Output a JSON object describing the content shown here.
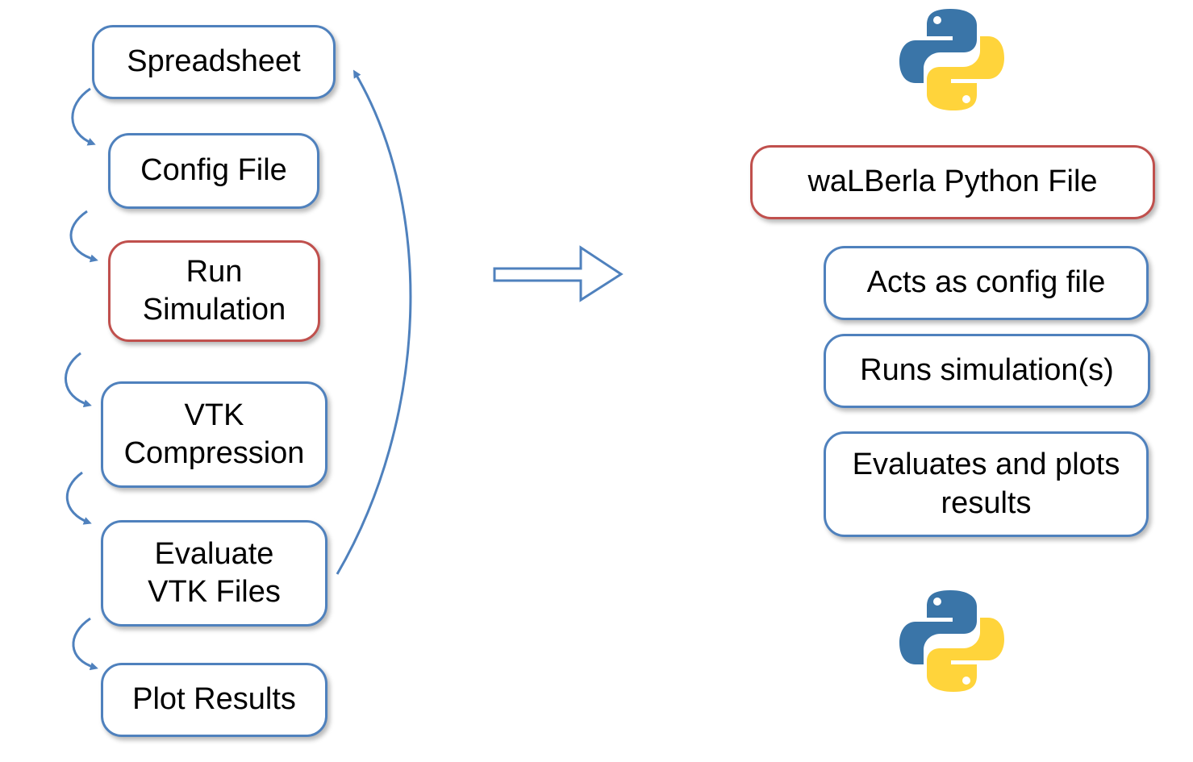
{
  "left_flow": {
    "spreadsheet": "Spreadsheet",
    "config_file": "Config File",
    "run_simulation": [
      "Run",
      "Simulation"
    ],
    "vtk_compression": [
      "VTK",
      "Compression"
    ],
    "evaluate_vtk": [
      "Evaluate",
      "VTK Files"
    ],
    "plot_results": "Plot Results"
  },
  "right_panel": {
    "python_file": "waLBerla Python File",
    "roles": {
      "config": "Acts as config file",
      "runs": "Runs simulation(s)",
      "evaluates": [
        "Evaluates and plots",
        "results"
      ]
    }
  },
  "colors": {
    "box_border": "#4f81bd",
    "highlight_border": "#c0504d",
    "arrow": "#4f81bd",
    "python_blue": "#3a75a8",
    "python_yellow": "#ffd43b"
  },
  "icons": [
    "python-logo-icon",
    "python-logo-icon"
  ]
}
